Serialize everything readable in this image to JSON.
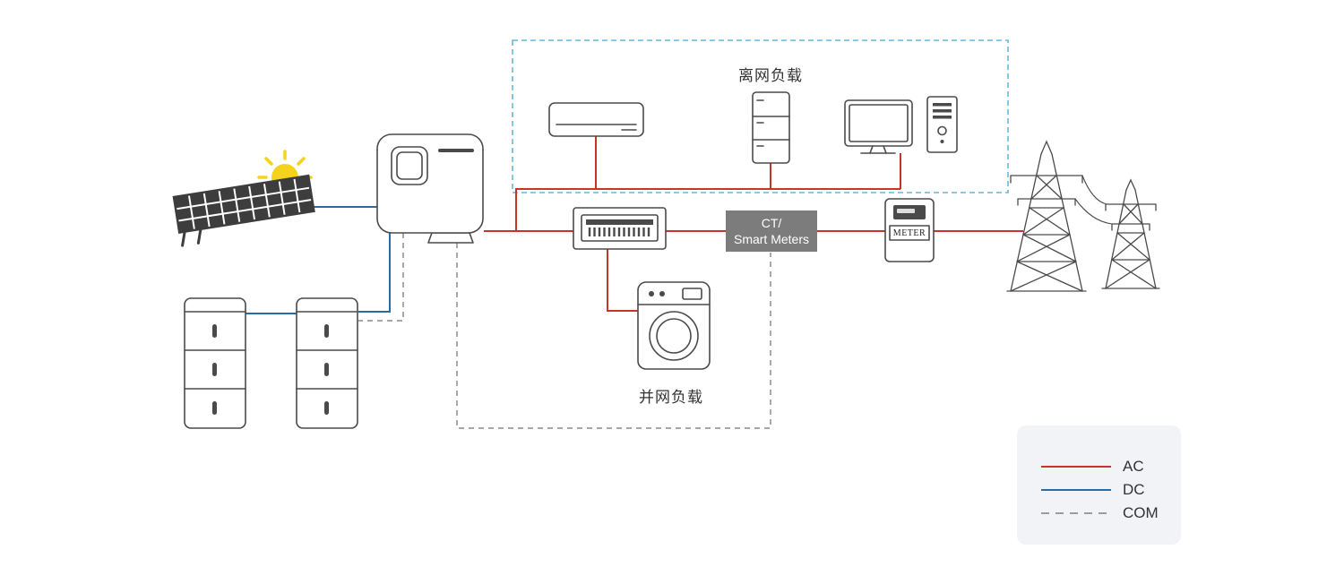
{
  "diagram": {
    "off_grid_label": "离网负载",
    "on_grid_label": "并网负载",
    "ct_box": {
      "line1": "CT/",
      "line2": "Smart Meters"
    },
    "meter_label": "METER"
  },
  "legend": {
    "items": [
      {
        "label": "AC",
        "style": "solid"
      },
      {
        "label": "DC",
        "style": "solid"
      },
      {
        "label": "COM",
        "style": "dashed"
      }
    ]
  },
  "colors": {
    "ac": "#c9342a",
    "dc": "#2d6ca3",
    "com": "#9b9b9b",
    "offgrid": "#66b9da",
    "ct": "#7c7c7c",
    "sun": "#f5d21c",
    "outline": "#4a4a4a",
    "legend_bg": "#f2f3f6",
    "text": "#333333"
  },
  "icons": {
    "sun": "sun-icon",
    "solar_panel": "solar-panel-icon",
    "inverter": "inverter-icon",
    "battery": "battery-tower-icon",
    "air_conditioner": "air-conditioner-icon",
    "refrigerator": "refrigerator-icon",
    "computer": "computer-icon",
    "distribution_box": "distribution-box-icon",
    "ct_meter_box": "ct-smart-meter-box",
    "meter": "energy-meter-icon",
    "grid": "transmission-tower-icon",
    "washing_machine": "washing-machine-icon"
  }
}
